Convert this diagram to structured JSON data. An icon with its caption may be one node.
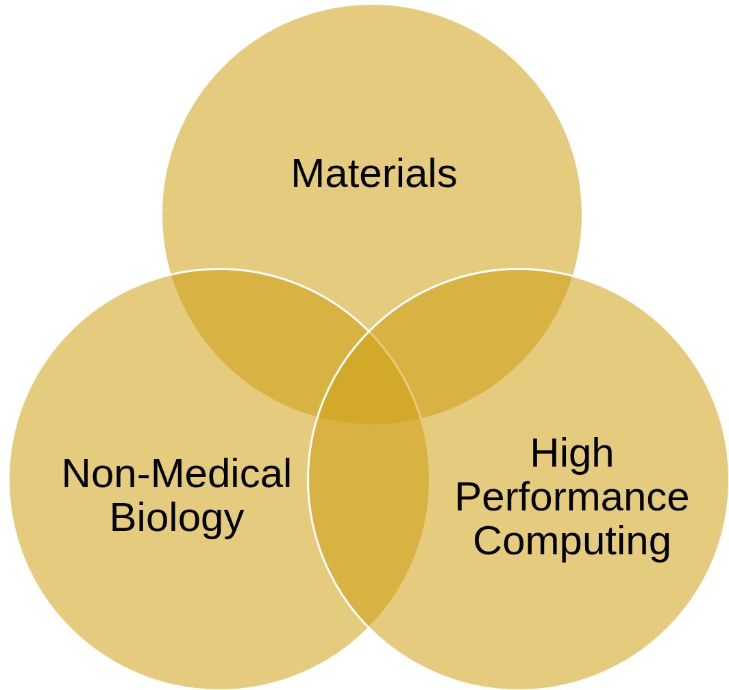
{
  "diagram": {
    "nodes": [
      {
        "text": [
          "Materials"
        ]
      },
      {
        "text": [
          "Non-Medical Biology"
        ]
      },
      {
        "text": [
          "High Performance Computing"
        ]
      }
    ]
  }
}
